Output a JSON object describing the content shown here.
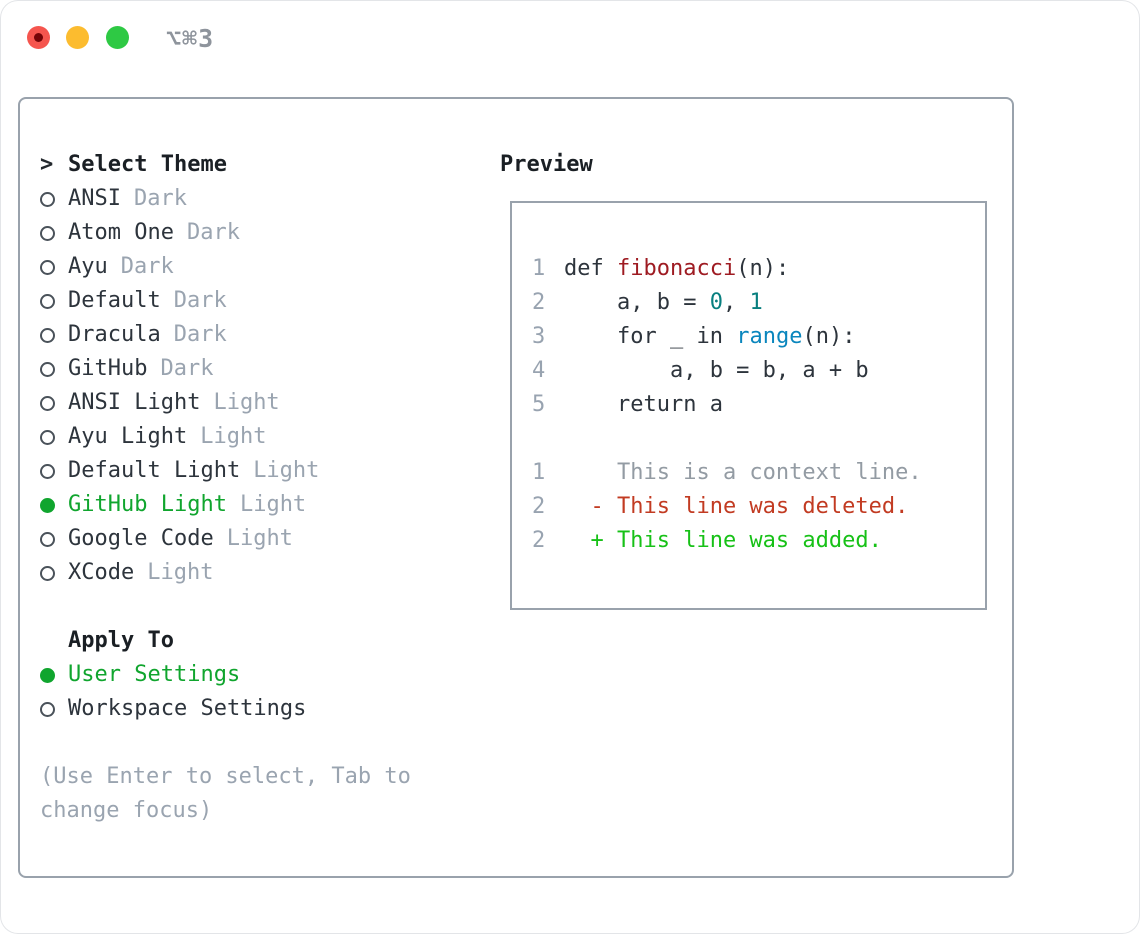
{
  "window": {
    "title": "⌥⌘3",
    "traffic_lights": [
      "close",
      "minimize",
      "zoom"
    ]
  },
  "theme_panel": {
    "header": {
      "prefix": ">",
      "label": "Select Theme"
    },
    "themes": [
      {
        "name": "ANSI",
        "variant": "Dark",
        "selected": false
      },
      {
        "name": "Atom One",
        "variant": "Dark",
        "selected": false
      },
      {
        "name": "Ayu",
        "variant": "Dark",
        "selected": false
      },
      {
        "name": "Default",
        "variant": "Dark",
        "selected": false
      },
      {
        "name": "Dracula",
        "variant": "Dark",
        "selected": false
      },
      {
        "name": "GitHub",
        "variant": "Dark",
        "selected": false
      },
      {
        "name": "ANSI Light",
        "variant": "Light",
        "selected": false
      },
      {
        "name": "Ayu Light",
        "variant": "Light",
        "selected": false
      },
      {
        "name": "Default Light",
        "variant": "Light",
        "selected": false
      },
      {
        "name": "GitHub Light",
        "variant": "Light",
        "selected": true
      },
      {
        "name": "Google Code",
        "variant": "Light",
        "selected": false
      },
      {
        "name": "XCode",
        "variant": "Light",
        "selected": false
      }
    ],
    "apply_to": {
      "label": "Apply To",
      "options": [
        {
          "name": "User Settings",
          "selected": true
        },
        {
          "name": "Workspace Settings",
          "selected": false
        }
      ]
    },
    "help_text": "(Use Enter to select, Tab to change focus)"
  },
  "preview": {
    "label": "Preview",
    "code_lines": [
      {
        "ln": "1",
        "segments": [
          {
            "text": "def ",
            "style": "keyword"
          },
          {
            "text": "fibonacci",
            "style": "title"
          },
          {
            "text": "(n):",
            "style": "plain"
          }
        ]
      },
      {
        "ln": "2",
        "segments": [
          {
            "text": "    a, b = ",
            "style": "plain"
          },
          {
            "text": "0",
            "style": "number"
          },
          {
            "text": ", ",
            "style": "plain"
          },
          {
            "text": "1",
            "style": "number"
          }
        ]
      },
      {
        "ln": "3",
        "segments": [
          {
            "text": "    ",
            "style": "plain"
          },
          {
            "text": "for",
            "style": "keyword"
          },
          {
            "text": " _ ",
            "style": "plain"
          },
          {
            "text": "in",
            "style": "keyword"
          },
          {
            "text": " ",
            "style": "plain"
          },
          {
            "text": "range",
            "style": "builtin"
          },
          {
            "text": "(n):",
            "style": "plain"
          }
        ]
      },
      {
        "ln": "4",
        "segments": [
          {
            "text": "        a, b = b, a + b",
            "style": "plain"
          }
        ]
      },
      {
        "ln": "5",
        "segments": [
          {
            "text": "    ",
            "style": "plain"
          },
          {
            "text": "return",
            "style": "keyword"
          },
          {
            "text": " a",
            "style": "plain"
          }
        ]
      }
    ],
    "diff_lines": [
      {
        "ln": "1",
        "text": "    This is a context line.",
        "type": "context"
      },
      {
        "ln": "2",
        "text": "  - This line was deleted.",
        "type": "deleted"
      },
      {
        "ln": "2",
        "text": "  + This line was added.",
        "type": "added"
      }
    ]
  },
  "colors": {
    "selected_green": "#10a52e",
    "diff_added_green": "#17c117",
    "diff_deleted_red": "#c23b22",
    "diff_context_gray": "#939ba3",
    "token_title_red": "#9e1b22",
    "token_number_teal": "#087f7f",
    "token_builtin_blue": "#0a86bd",
    "text_dark": "#2d343c",
    "text_gray": "#9aa4b0",
    "border_gray": "#99a2ac",
    "traffic_red": "#f5554e",
    "traffic_yellow": "#fcbc2f",
    "traffic_green": "#2ec944"
  }
}
